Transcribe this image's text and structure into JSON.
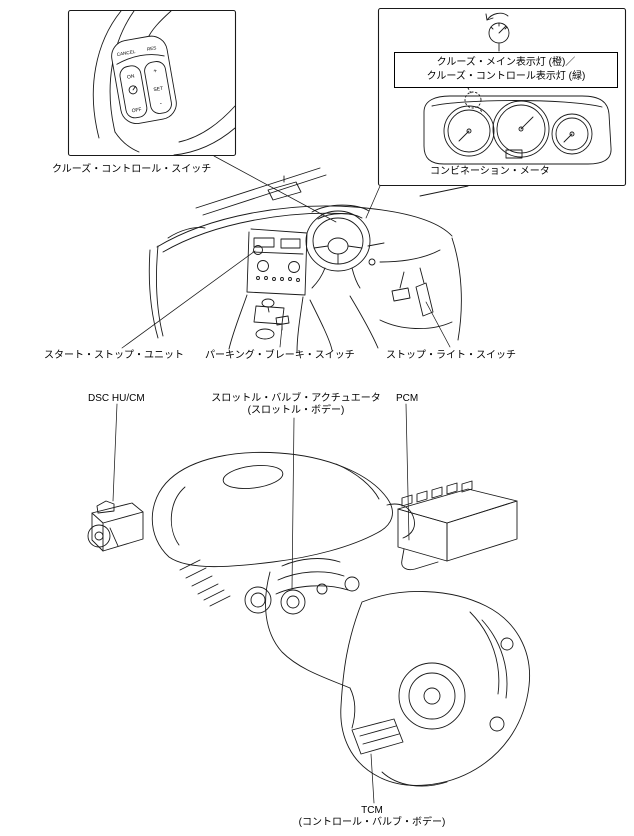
{
  "cruise_switch_callout": {
    "label": "クルーズ・コントロール・スイッチ",
    "pod": {
      "cancel": "CANCEL",
      "res": "RES",
      "on": "ON",
      "off": "OFF",
      "plus": "+",
      "set": "SET",
      "minus": "-"
    }
  },
  "meter_callout": {
    "indicator_line1": "クルーズ・メイン表示灯 (橙)／",
    "indicator_line2": "クルーズ・コントロール表示灯 (緑)",
    "meter_label": "コンビネーション・メータ"
  },
  "interior_labels": {
    "start_stop_unit": "スタート・ストップ・ユニット",
    "parking_brake_switch": "パーキング・ブレーキ・スイッチ",
    "stop_light_switch": "ストップ・ライト・スイッチ"
  },
  "engine_labels": {
    "dsc": "DSC HU/CM",
    "throttle_line1": "スロットル・バルブ・アクチュエータ",
    "throttle_line2": "(スロットル・ボデー)",
    "pcm": "PCM",
    "tcm": "TCM",
    "tcm_sub": "(コントロール・バルブ・ボデー)"
  }
}
